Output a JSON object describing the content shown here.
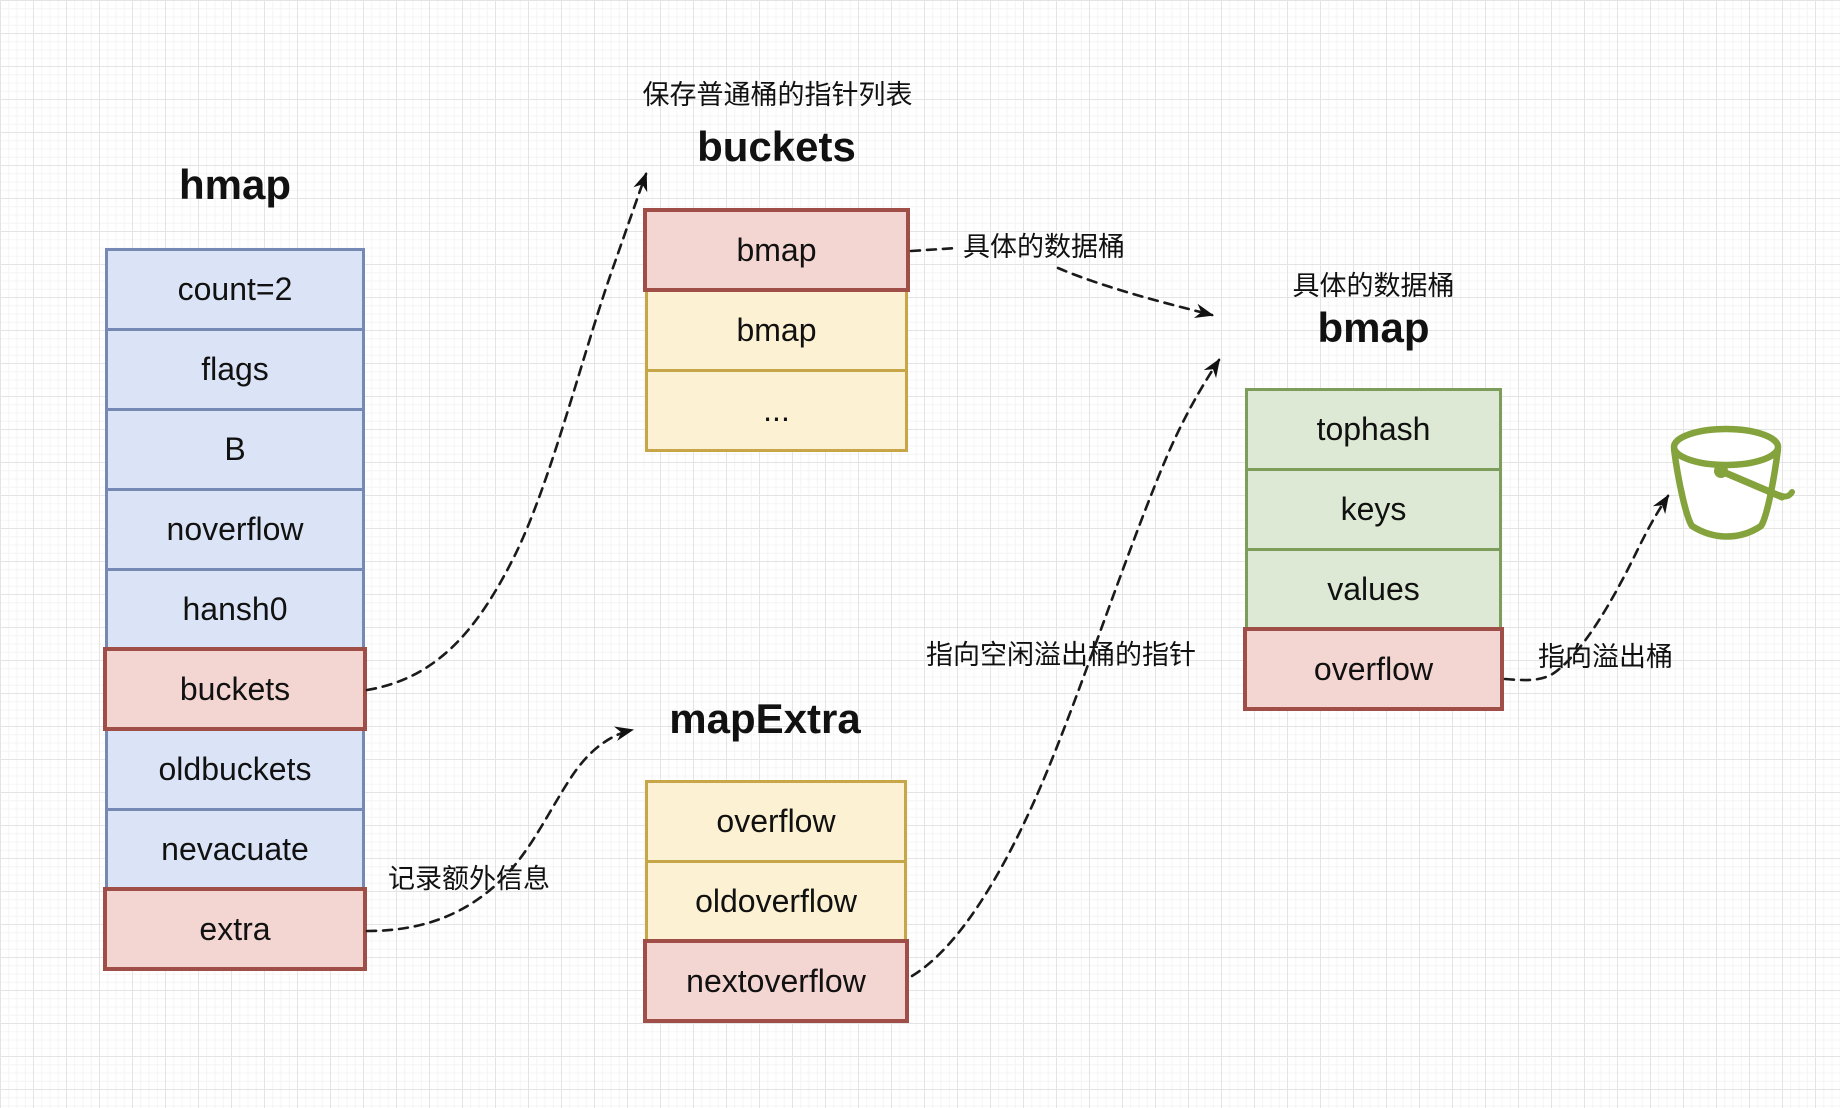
{
  "diagram": {
    "hmap": {
      "title": "hmap",
      "rows": [
        {
          "label": "count=2",
          "style": "blue"
        },
        {
          "label": "flags",
          "style": "blue"
        },
        {
          "label": "B",
          "style": "blue"
        },
        {
          "label": "noverflow",
          "style": "blue"
        },
        {
          "label": "hansh0",
          "style": "blue"
        },
        {
          "label": "buckets",
          "style": "red"
        },
        {
          "label": "oldbuckets",
          "style": "blue"
        },
        {
          "label": "nevacuate",
          "style": "blue"
        },
        {
          "label": "extra",
          "style": "red"
        }
      ]
    },
    "buckets": {
      "caption": "保存普通桶的指针列表",
      "title": "buckets",
      "rows": [
        {
          "label": "bmap",
          "style": "red"
        },
        {
          "label": "bmap",
          "style": "yellow"
        },
        {
          "label": "...",
          "style": "yellow"
        }
      ]
    },
    "bmap": {
      "caption": "具体的数据桶",
      "title": "bmap",
      "rows": [
        {
          "label": "tophash",
          "style": "green"
        },
        {
          "label": "keys",
          "style": "green"
        },
        {
          "label": "values",
          "style": "green"
        },
        {
          "label": "overflow",
          "style": "red"
        }
      ]
    },
    "mapExtra": {
      "title": "mapExtra",
      "rows": [
        {
          "label": "overflow",
          "style": "yellow"
        },
        {
          "label": "oldoverflow",
          "style": "yellow"
        },
        {
          "label": "nextoverflow",
          "style": "red"
        }
      ]
    },
    "annotations": {
      "buckets_to_bmap": "具体的数据桶",
      "extra_note": "记录额外信息",
      "free_overflow_note": "指向空闲溢出桶的指针",
      "overflow_note": "指向溢出桶"
    },
    "colors": {
      "blue_fill": "#dbe4f6",
      "blue_border": "#7589b4",
      "red_fill": "#f3d5d1",
      "red_border": "#9f4f48",
      "yellow_fill": "#fcf2d3",
      "yellow_border": "#c7a64a",
      "green_fill": "#dde9d4",
      "green_border": "#7d9e5a",
      "bucket_icon": "#84a33c"
    }
  }
}
